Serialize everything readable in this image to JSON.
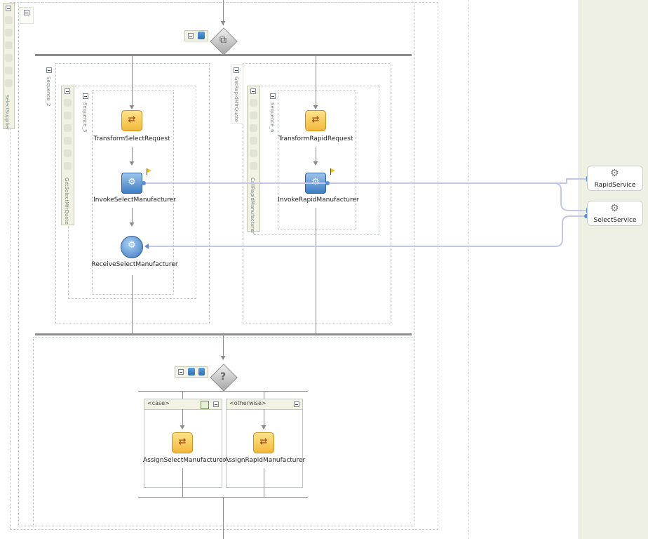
{
  "labels": {
    "select_supplier": "SelectSupplier",
    "sequence_2": "Sequence_2",
    "get_select_mfr_quote": "GetSelectMfrQuote",
    "sequence_5": "Sequence_5",
    "sequence_6": "Sequence_6",
    "get_rapid_mfr_quote": "GetRapidMfrQuote",
    "call_rapid_manufacturer": "CallRapidManufacturer"
  },
  "nodes": {
    "transform_select": "TransformSelectRequest",
    "invoke_select": "InvokeSelectManufacturer",
    "receive_select": "ReceiveSelectManufacturer",
    "transform_rapid": "TransformRapidRequest",
    "invoke_rapid": "InvokeRapidManufacturer",
    "assign_select": "AssignSelectManufacturer",
    "assign_rapid": "AssignRapidManufacturer"
  },
  "switch": {
    "case_label": "<case>",
    "otherwise_label": "<otherwise>",
    "gateway_symbol": "?"
  },
  "partners": {
    "rapid": "RapidService",
    "select": "SelectService"
  },
  "icons": {
    "gear": "⚙",
    "transform": "⇄",
    "flow": "⧉",
    "question": "?"
  },
  "colors": {
    "partner_lane": "#eef0e4",
    "link_line": "#c5cbe8",
    "activity_yellow": "#f7c64d",
    "activity_blue": "#4a86cc"
  }
}
